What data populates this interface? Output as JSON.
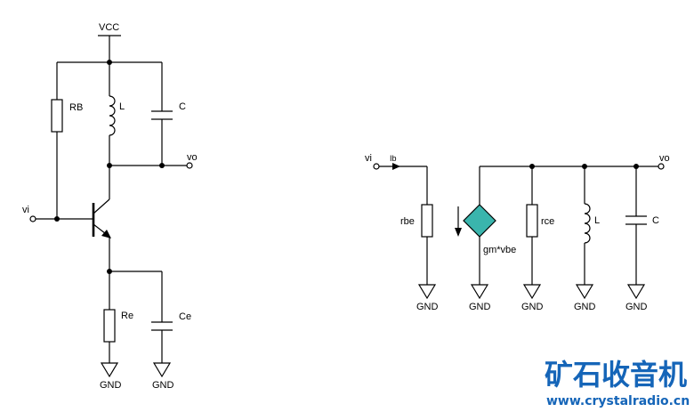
{
  "left_circuit": {
    "supply": "VCC",
    "input": "vi",
    "output": "vo",
    "base_resistor": "RB",
    "inductor": "L",
    "capacitor": "C",
    "emitter_resistor": "Re",
    "emitter_capacitor": "Ce",
    "ground_1": "GND",
    "ground_2": "GND"
  },
  "right_circuit": {
    "input": "vi",
    "base_current": "Ib",
    "output": "vo",
    "rbe": "rbe",
    "source": "gm*vbe",
    "rce": "rce",
    "inductor": "L",
    "capacitor": "C",
    "grounds": [
      "GND",
      "GND",
      "GND",
      "GND",
      "GND"
    ]
  },
  "watermark": {
    "chinese": "矿石收音机",
    "url": "www.crystalradio.cn",
    "color": "#1565b8"
  },
  "colors": {
    "line": "#000000",
    "source_fill": "#3ab5ad"
  },
  "icons": [
    "npn-transistor-icon",
    "resistor-icon",
    "inductor-icon",
    "capacitor-icon",
    "ground-icon",
    "dependent-current-source-icon",
    "current-arrow-icon"
  ]
}
